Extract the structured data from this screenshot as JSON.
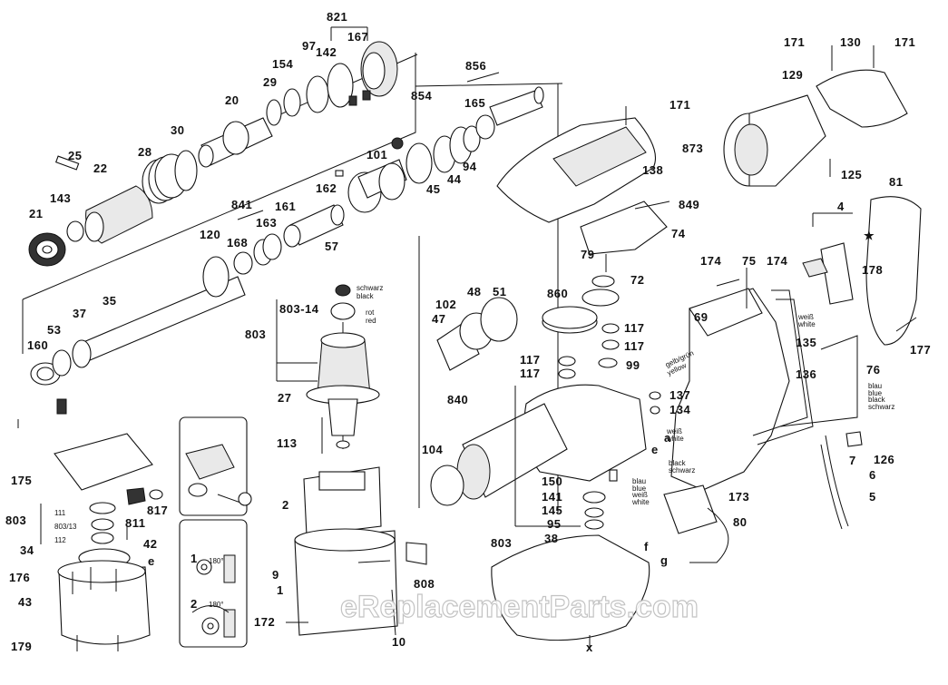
{
  "watermark": "eReplacementParts.com",
  "labels": [
    {
      "id": "821",
      "text": "821"
    },
    {
      "id": "167",
      "text": "167"
    },
    {
      "id": "97",
      "text": "97"
    },
    {
      "id": "142",
      "text": "142"
    },
    {
      "id": "154",
      "text": "154"
    },
    {
      "id": "29",
      "text": "29"
    },
    {
      "id": "20",
      "text": "20"
    },
    {
      "id": "30",
      "text": "30"
    },
    {
      "id": "28",
      "text": "28"
    },
    {
      "id": "25",
      "text": "25"
    },
    {
      "id": "22",
      "text": "22"
    },
    {
      "id": "143",
      "text": "143"
    },
    {
      "id": "21",
      "text": "21"
    },
    {
      "id": "856",
      "text": "856"
    },
    {
      "id": "165",
      "text": "165"
    },
    {
      "id": "854",
      "text": "854"
    },
    {
      "id": "101",
      "text": "101"
    },
    {
      "id": "94",
      "text": "94"
    },
    {
      "id": "44",
      "text": "44"
    },
    {
      "id": "45",
      "text": "45"
    },
    {
      "id": "162",
      "text": "162"
    },
    {
      "id": "161",
      "text": "161"
    },
    {
      "id": "841",
      "text": "841"
    },
    {
      "id": "163",
      "text": "163"
    },
    {
      "id": "168",
      "text": "168"
    },
    {
      "id": "57",
      "text": "57"
    },
    {
      "id": "120",
      "text": "120"
    },
    {
      "id": "35",
      "text": "35"
    },
    {
      "id": "37",
      "text": "37"
    },
    {
      "id": "53",
      "text": "53"
    },
    {
      "id": "160",
      "text": "160"
    },
    {
      "id": "171a",
      "text": "171"
    },
    {
      "id": "873",
      "text": "873"
    },
    {
      "id": "138",
      "text": "138"
    },
    {
      "id": "849",
      "text": "849"
    },
    {
      "id": "74",
      "text": "74"
    },
    {
      "id": "79",
      "text": "79"
    },
    {
      "id": "72",
      "text": "72"
    },
    {
      "id": "171b",
      "text": "171"
    },
    {
      "id": "130",
      "text": "130"
    },
    {
      "id": "171c",
      "text": "171"
    },
    {
      "id": "129",
      "text": "129"
    },
    {
      "id": "125",
      "text": "125"
    },
    {
      "id": "81",
      "text": "81"
    },
    {
      "id": "4",
      "text": "4"
    },
    {
      "id": "178",
      "text": "178"
    },
    {
      "id": "174a",
      "text": "174"
    },
    {
      "id": "75",
      "text": "75"
    },
    {
      "id": "174b",
      "text": "174"
    },
    {
      "id": "69",
      "text": "69"
    },
    {
      "id": "177",
      "text": "177"
    },
    {
      "id": "135",
      "text": "135"
    },
    {
      "id": "136",
      "text": "136"
    },
    {
      "id": "76",
      "text": "76"
    },
    {
      "id": "137",
      "text": "137"
    },
    {
      "id": "134",
      "text": "134"
    },
    {
      "id": "126",
      "text": "126"
    },
    {
      "id": "7",
      "text": "7"
    },
    {
      "id": "6",
      "text": "6"
    },
    {
      "id": "5",
      "text": "5"
    },
    {
      "id": "173",
      "text": "173"
    },
    {
      "id": "80",
      "text": "80"
    },
    {
      "id": "102",
      "text": "102"
    },
    {
      "id": "48",
      "text": "48"
    },
    {
      "id": "51",
      "text": "51"
    },
    {
      "id": "47",
      "text": "47"
    },
    {
      "id": "860",
      "text": "860"
    },
    {
      "id": "117a",
      "text": "117"
    },
    {
      "id": "117b",
      "text": "117"
    },
    {
      "id": "117c",
      "text": "117"
    },
    {
      "id": "117d",
      "text": "117"
    },
    {
      "id": "99",
      "text": "99"
    },
    {
      "id": "840",
      "text": "840"
    },
    {
      "id": "104",
      "text": "104"
    },
    {
      "id": "150",
      "text": "150"
    },
    {
      "id": "141",
      "text": "141"
    },
    {
      "id": "145",
      "text": "145"
    },
    {
      "id": "95",
      "text": "95"
    },
    {
      "id": "803c",
      "text": "803"
    },
    {
      "id": "38",
      "text": "38"
    },
    {
      "id": "803-14",
      "text": "803-14"
    },
    {
      "id": "803b",
      "text": "803"
    },
    {
      "id": "27",
      "text": "27"
    },
    {
      "id": "113",
      "text": "113"
    },
    {
      "id": "2",
      "text": "2"
    },
    {
      "id": "9",
      "text": "9"
    },
    {
      "id": "1",
      "text": "1"
    },
    {
      "id": "172",
      "text": "172"
    },
    {
      "id": "10",
      "text": "10"
    },
    {
      "id": "808",
      "text": "808"
    },
    {
      "id": "175",
      "text": "175"
    },
    {
      "id": "817",
      "text": "817"
    },
    {
      "id": "811",
      "text": "811"
    },
    {
      "id": "42",
      "text": "42"
    },
    {
      "id": "803a",
      "text": "803"
    },
    {
      "id": "111",
      "text": "111"
    },
    {
      "id": "803-13",
      "text": "803/13"
    },
    {
      "id": "112",
      "text": "112"
    },
    {
      "id": "34",
      "text": "34"
    },
    {
      "id": "176",
      "text": "176"
    },
    {
      "id": "43",
      "text": "43"
    },
    {
      "id": "179",
      "text": "179"
    },
    {
      "id": "e1",
      "text": "e"
    },
    {
      "id": "e2",
      "text": "e"
    },
    {
      "id": "a",
      "text": "a"
    },
    {
      "id": "f",
      "text": "f"
    },
    {
      "id": "g",
      "text": "g"
    },
    {
      "id": "x",
      "text": "x"
    },
    {
      "id": "star",
      "text": "★"
    },
    {
      "id": "step1",
      "text": "1"
    },
    {
      "id": "step2",
      "text": "2"
    },
    {
      "id": "deg1",
      "text": "180°"
    },
    {
      "id": "deg2",
      "text": "180°"
    }
  ],
  "wire_labels": {
    "schwarz_black": [
      "schwarz",
      "black"
    ],
    "rot_red": [
      "rot",
      "red"
    ],
    "weiss_white_1": [
      "weiß",
      "white"
    ],
    "weiss_white_2": [
      "weiß",
      "white"
    ],
    "weiss_white_3": [
      "weiß",
      "white"
    ],
    "blau_blue_1": [
      "blau",
      "blue"
    ],
    "blau_blue_2": [
      "blau",
      "blue"
    ],
    "black_schwarz_1": [
      "black",
      "schwarz"
    ],
    "black_schwarz_2": [
      "black",
      "schwarz"
    ],
    "gelb_yellow": [
      "gelb/grün",
      "yellow"
    ]
  },
  "icons": {
    "brush": "brush-assembly-icon",
    "rotate": "rotate-arrow-icon"
  }
}
